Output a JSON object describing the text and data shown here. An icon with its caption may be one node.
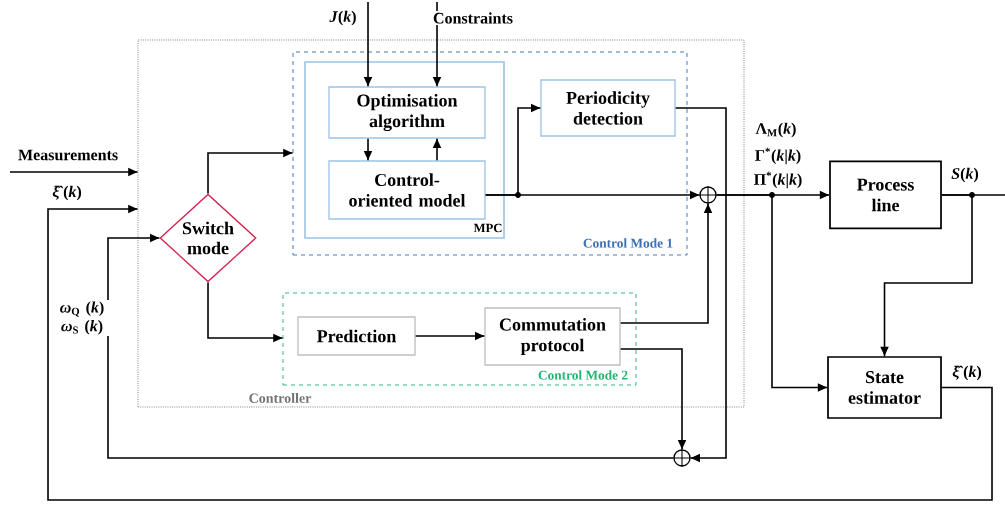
{
  "diagram": {
    "nodes": [
      {
        "text": [
          "Controller"
        ]
      },
      {
        "text": [
          "Control Mode 1"
        ],
        "in": 0
      },
      {
        "text": [
          "MPC"
        ],
        "in": 1
      },
      {
        "text": [
          "Optimisation algorithm"
        ],
        "in": 2
      },
      {
        "text": [
          "Control-oriented model"
        ],
        "in": 2
      },
      {
        "text": [
          "Periodicity detection"
        ],
        "in": 1
      },
      {
        "text": [
          "Control Mode 2"
        ],
        "in": 0
      },
      {
        "text": [
          "Prediction"
        ],
        "in": 6
      },
      {
        "text": [
          "Commutation protocol"
        ],
        "in": 6
      },
      {
        "text": [
          "Switch mode"
        ],
        "in": 0
      },
      {
        "text": [],
        "shape": "circle",
        "in": 0
      },
      {
        "text": [],
        "shape": "circle"
      },
      {
        "text": [
          "Process line"
        ]
      },
      {
        "text": [
          "State estimator"
        ]
      }
    ],
    "edges": [
      {
        "from": null,
        "to": 3,
        "arrow": "to",
        "label": "*J*(*k*)"
      },
      {
        "from": null,
        "to": 3,
        "arrow": "to",
        "label": "Constraints"
      },
      {
        "from": 3,
        "to": 4,
        "arrow": "to"
      },
      {
        "from": 4,
        "to": 3,
        "arrow": "to"
      },
      {
        "from": 4,
        "to": 10,
        "arrow": "to"
      },
      {
        "from": 4,
        "to": 5,
        "arrow": "to"
      },
      {
        "from": 5,
        "to": 11,
        "arrow": "to"
      },
      {
        "from": 8,
        "to": 10,
        "arrow": "to"
      },
      {
        "from": 8,
        "to": 11,
        "arrow": "to"
      },
      {
        "from": 11,
        "to": 9,
        "arrow": "to",
        "label": "*ω*$_{Q}$ (*k*) *ω*$_{S}$ (*k*)"
      },
      {
        "from": null,
        "to": 0,
        "arrow": "to",
        "label": "Measurements"
      },
      {
        "from": 13,
        "to": 0,
        "arrow": "to",
        "label": "*ξ̂*(*k*)"
      },
      {
        "from": 9,
        "to": 1,
        "arrow": "to"
      },
      {
        "from": 9,
        "to": 6,
        "arrow": "to"
      },
      {
        "from": 7,
        "to": 8,
        "arrow": "to"
      },
      {
        "from": 10,
        "to": 12,
        "arrow": "to"
      },
      {
        "from": 10,
        "to": 13,
        "arrow": "to"
      },
      {
        "from": 12,
        "to": null,
        "arrow": "none",
        "label": "*S*(*k*)"
      },
      {
        "from": 12,
        "to": 13,
        "arrow": "to"
      }
    ],
    "labels": [
      "Λ$_{M}$(*k*)",
      "Γ$^{*}$(*k*|*k*)",
      "Π$^{*}$(*k*|*k*)",
      "*ξ̂*(*k*)"
    ]
  }
}
